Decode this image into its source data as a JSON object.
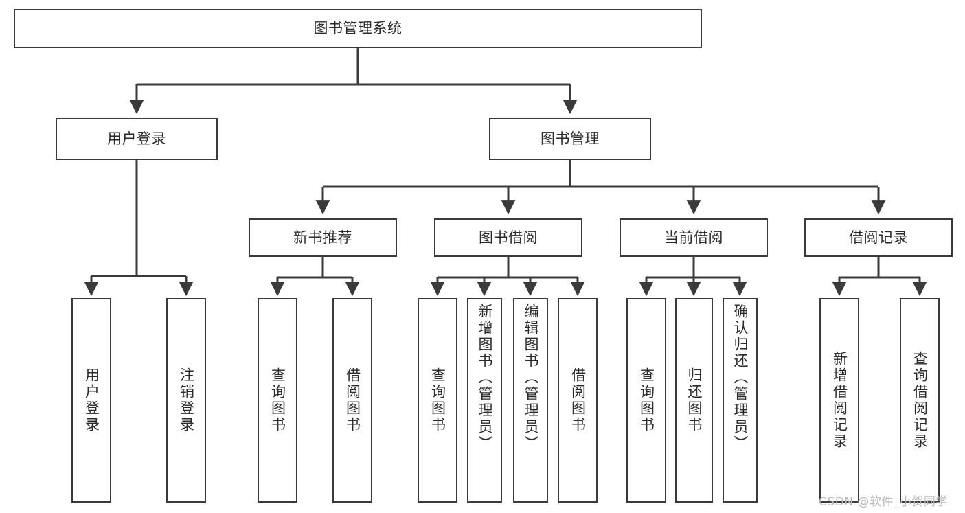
{
  "diagram": {
    "type": "tree-hierarchy",
    "title": "图书管理系统",
    "watermark": "CSDN @软件_小贺同学",
    "colors": {
      "border": "#3a3a3a",
      "text": "#2b2b2b",
      "background": "#ffffff",
      "edge": "#3a3a3a",
      "watermark": "#b9b9b9"
    },
    "levels": {
      "root": {
        "label": "图书管理系统"
      },
      "level2": [
        {
          "label": "用户登录"
        },
        {
          "label": "图书管理"
        }
      ],
      "level3": [
        {
          "label": "新书推荐"
        },
        {
          "label": "图书借阅"
        },
        {
          "label": "当前借阅"
        },
        {
          "label": "借阅记录"
        }
      ],
      "leaves": [
        {
          "label": "用户登录",
          "parent": "用户登录"
        },
        {
          "label": "注销登录",
          "parent": "用户登录"
        },
        {
          "label": "查询图书",
          "parent": "新书推荐"
        },
        {
          "label": "借阅图书",
          "parent": "新书推荐"
        },
        {
          "label": "查询图书",
          "parent": "图书借阅"
        },
        {
          "label": "新增图书（管理员）",
          "parent": "图书借阅"
        },
        {
          "label": "编辑图书（管理员）",
          "parent": "图书借阅"
        },
        {
          "label": "借阅图书",
          "parent": "图书借阅"
        },
        {
          "label": "查询图书",
          "parent": "当前借阅"
        },
        {
          "label": "归还图书",
          "parent": "当前借阅"
        },
        {
          "label": "确认归还（管理员）",
          "parent": "当前借阅"
        },
        {
          "label": "新增借阅记录",
          "parent": "借阅记录"
        },
        {
          "label": "查询借阅记录",
          "parent": "借阅记录"
        }
      ]
    }
  }
}
